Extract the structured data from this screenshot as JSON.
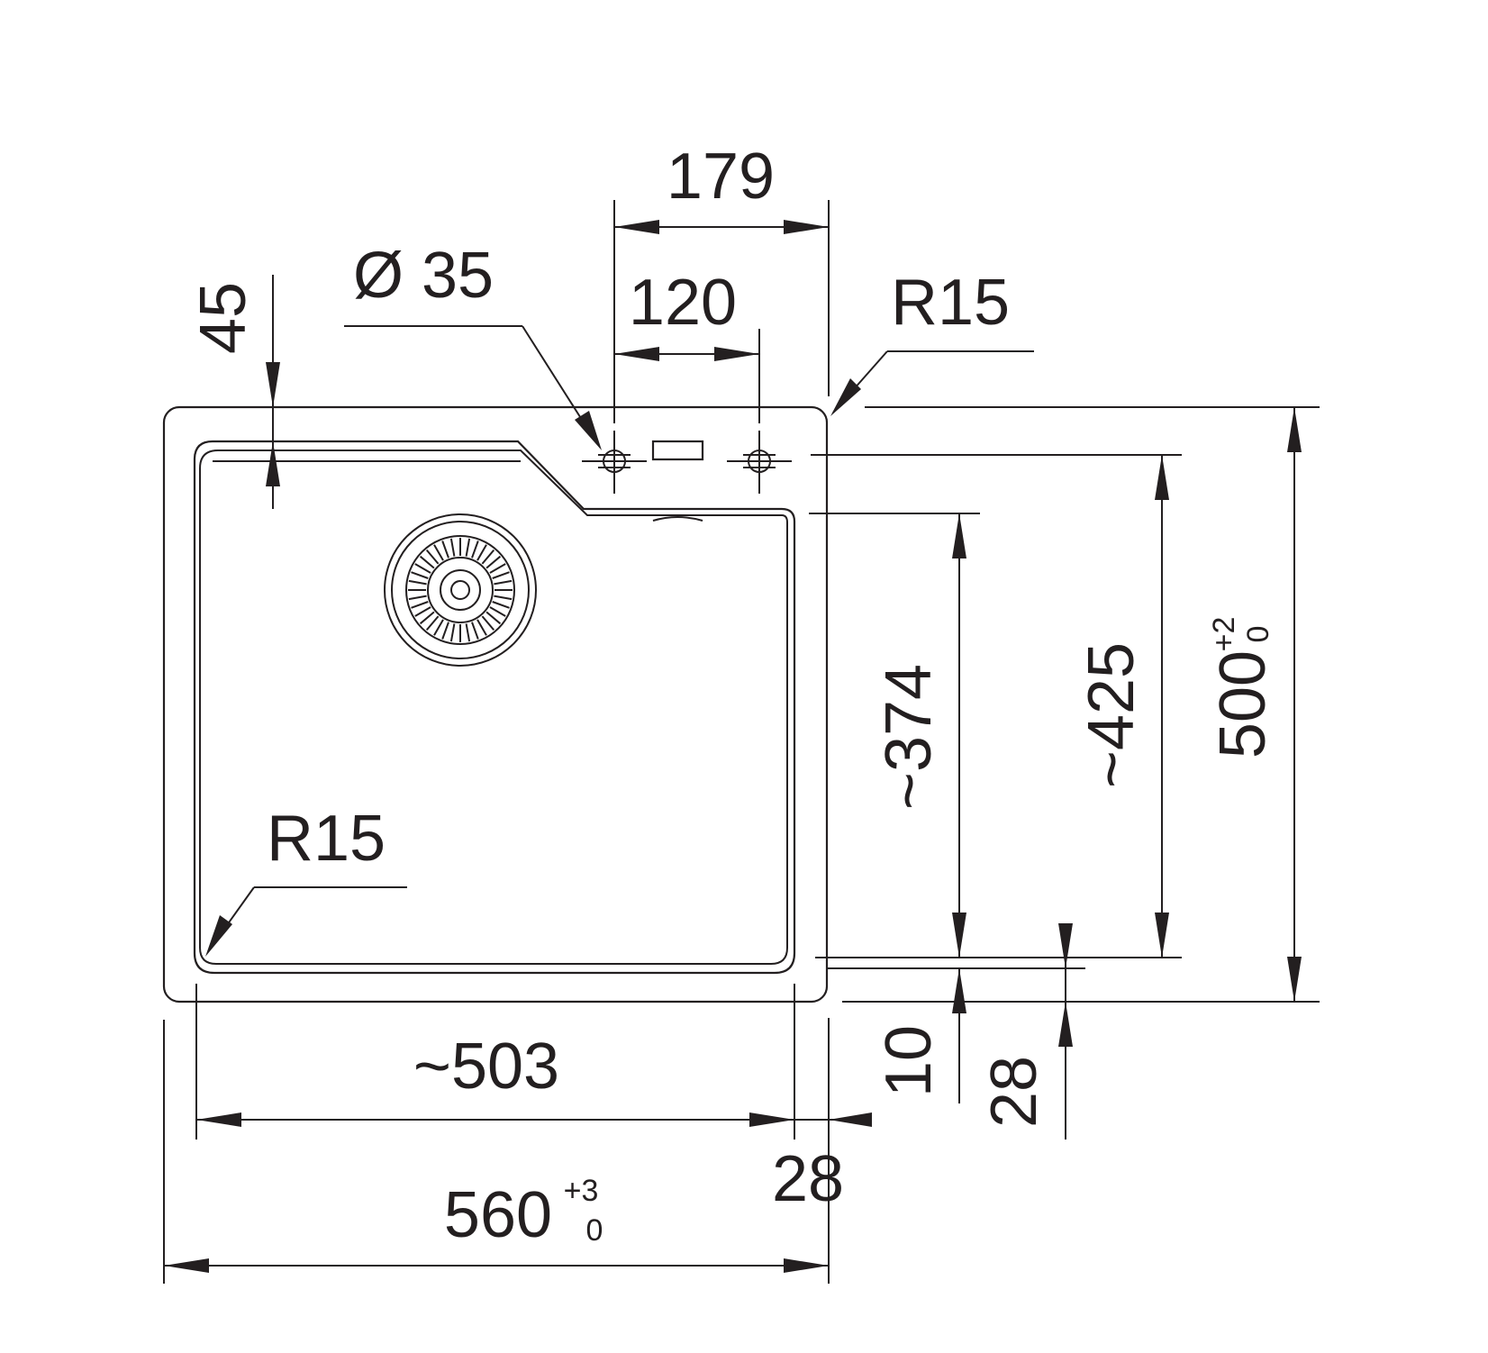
{
  "dimensions": {
    "width_179": "179",
    "hole_diameter": "Ø 35",
    "hole_spacing_120": "120",
    "radius_top_right": "R15",
    "top_offset_45": "45",
    "radius_bowl": "R15",
    "depth_374": "~374",
    "depth_425": "~425",
    "total_depth": "500",
    "total_depth_tol_plus": "+2",
    "total_depth_tol_minus": "0",
    "bowl_width_503": "~503",
    "total_width": "560",
    "total_width_tol_plus": "+3",
    "total_width_tol_minus": "0",
    "right_rim_28": "28",
    "bottom_rim_10": "10",
    "bottom_offset_28": "28"
  },
  "colors": {
    "line": "#231f20",
    "background": "#ffffff"
  }
}
